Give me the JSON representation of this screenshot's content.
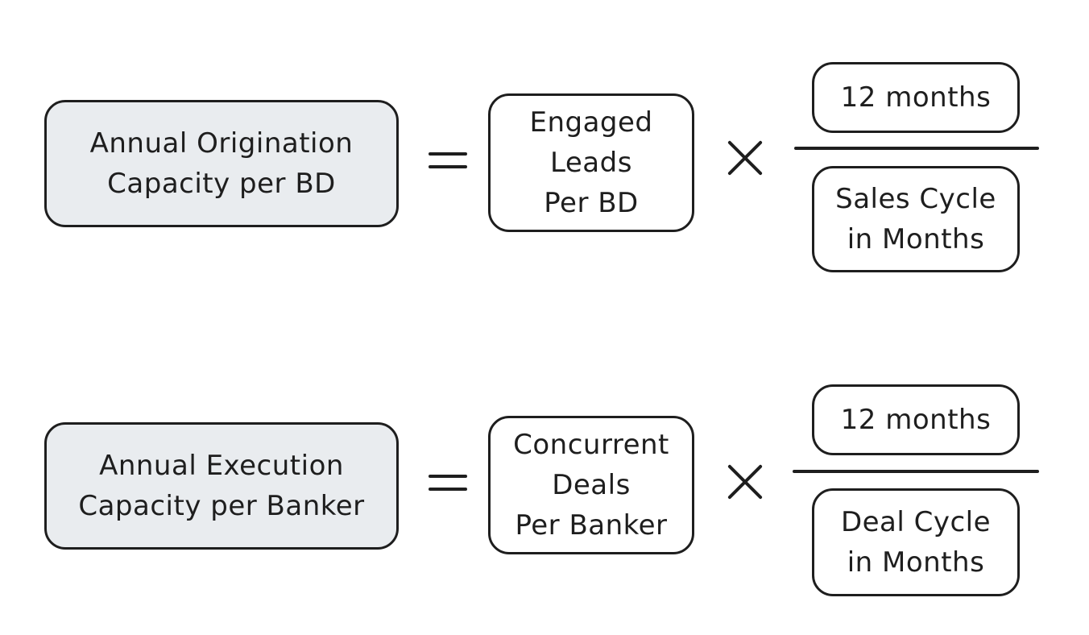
{
  "formula1": {
    "result_lines": [
      "Annual Origination",
      "Capacity per BD"
    ],
    "factor_lines": [
      "Engaged",
      "Leads",
      "Per BD"
    ],
    "numerator": "12 months",
    "denominator_lines": [
      "Sales Cycle",
      "in Months"
    ]
  },
  "formula2": {
    "result_lines": [
      "Annual Execution",
      "Capacity per Banker"
    ],
    "factor_lines": [
      "Concurrent",
      "Deals",
      "Per Banker"
    ],
    "numerator": "12 months",
    "denominator_lines": [
      "Deal Cycle",
      "in Months"
    ]
  },
  "colors": {
    "shaded_box": "#e9ecef",
    "stroke": "#1e1e1e",
    "background": "#ffffff"
  }
}
